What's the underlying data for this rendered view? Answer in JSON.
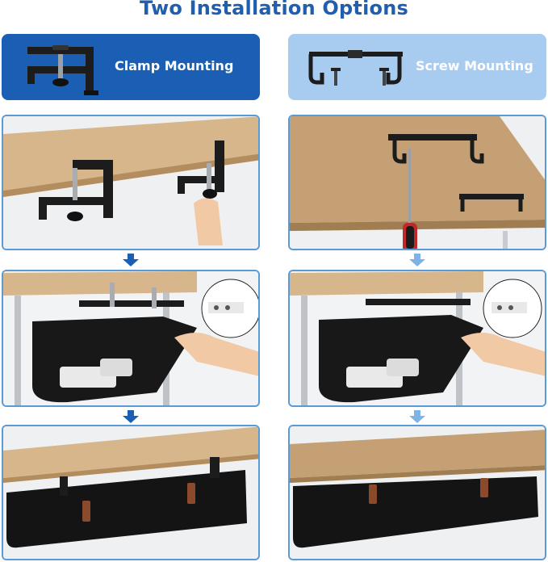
{
  "page": {
    "title": "Two Installation Options"
  },
  "options": [
    {
      "label": "Clamp Mounting"
    },
    {
      "label": "Screw Mounting"
    }
  ],
  "colors": {
    "title": "#1f5fae",
    "clamp_card": "#1a5fb4",
    "screw_card": "#a8cbf0",
    "panel_border": "#5b9ad6",
    "arrow": "#1a5fb4",
    "arrow_light": "#7fb3e6",
    "wood": "#c9a77c",
    "metal": "#1c1c1c",
    "tray": "#141414"
  },
  "icons": [
    "clamp-bracket-icon",
    "screw-bracket-icon",
    "screw-icon",
    "down-arrow-icon"
  ]
}
